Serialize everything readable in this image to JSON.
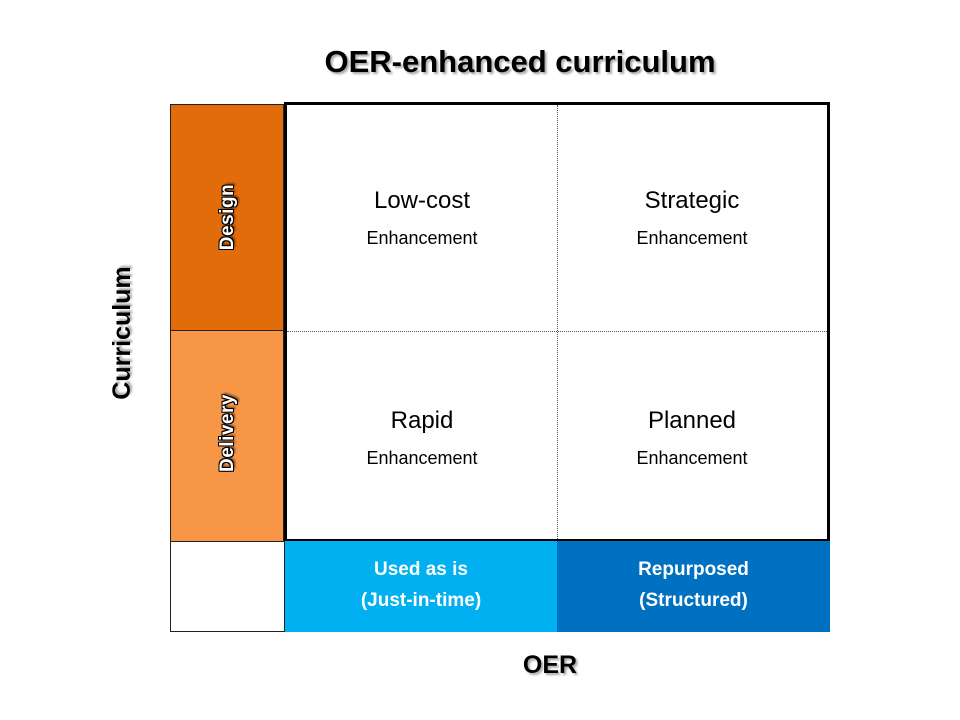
{
  "title": "OER-enhanced curriculum",
  "axes": {
    "vertical": "Curriculum",
    "horizontal": "OER"
  },
  "rows": [
    {
      "label": "Design",
      "color": "#e36c0a"
    },
    {
      "label": "Delivery",
      "color": "#f79646"
    }
  ],
  "columns": [
    {
      "line1": "Used as is",
      "line2": "(Just-in-time)",
      "color": "#00b0f0"
    },
    {
      "line1": "Repurposed",
      "line2": "(Structured)",
      "color": "#0070c0"
    }
  ],
  "cells": {
    "top_left": {
      "title": "Low-cost",
      "subtitle": "Enhancement"
    },
    "top_right": {
      "title": "Strategic",
      "subtitle": "Enhancement"
    },
    "bottom_left": {
      "title": "Rapid",
      "subtitle": "Enhancement"
    },
    "bottom_right": {
      "title": "Planned",
      "subtitle": "Enhancement"
    }
  }
}
